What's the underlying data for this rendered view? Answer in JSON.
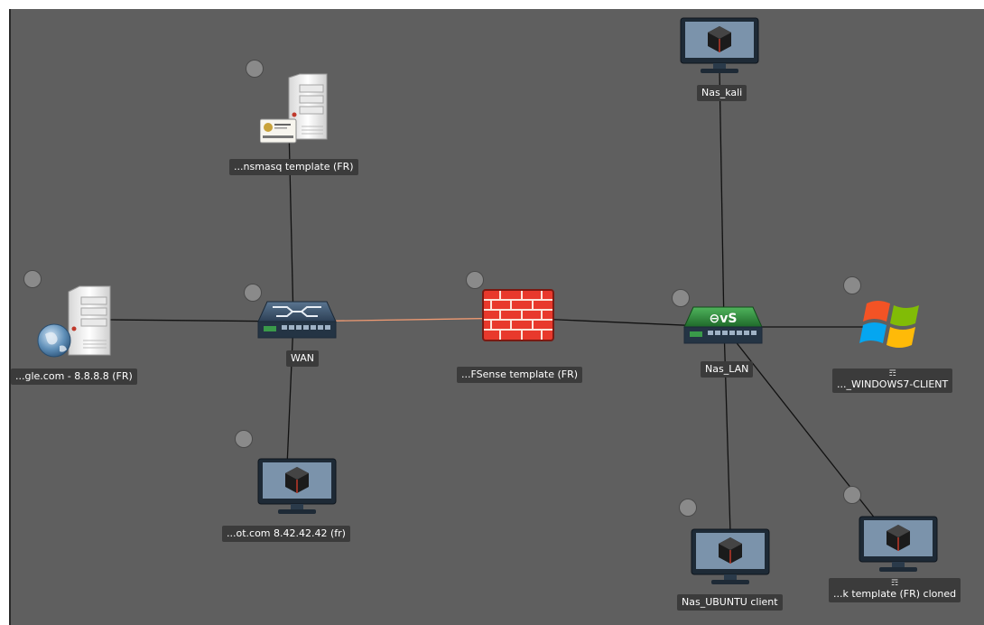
{
  "topology": {
    "nodes": {
      "dnsmasq": {
        "label": "...nsmasq template (FR)",
        "icon": "server-with-id-card-icon"
      },
      "google": {
        "label": "...gle.com - 8.8.8.8 (FR)",
        "icon": "web-server-icon"
      },
      "wan": {
        "label": "WAN",
        "icon": "ethernet-switch-icon"
      },
      "otcom": {
        "label": "...ot.com 8.42.42.42  (fr)",
        "icon": "vm-monitor-icon"
      },
      "pfsense": {
        "label": "...FSense template (FR)",
        "icon": "firewall-icon"
      },
      "kali": {
        "label": "Nas_kali",
        "icon": "vm-monitor-icon"
      },
      "nas_lan": {
        "label": "Nas_LAN",
        "icon": "open-vswitch-icon",
        "badge": "⊖vS"
      },
      "win7": {
        "label": "..._WINDOWS7-CLIENT",
        "mark": "☶",
        "icon": "windows-logo-icon"
      },
      "ubuntu": {
        "label": "Nas_UBUNTU client",
        "icon": "vm-monitor-icon"
      },
      "cloned": {
        "label": "...k template (FR) cloned",
        "mark": "☶",
        "icon": "vm-monitor-icon"
      }
    },
    "links": [
      {
        "from": "dnsmasq",
        "to": "wan",
        "color": "#111111"
      },
      {
        "from": "google",
        "to": "wan",
        "color": "#111111"
      },
      {
        "from": "wan",
        "to": "otcom",
        "color": "#111111"
      },
      {
        "from": "wan",
        "to": "pfsense",
        "color": "#f09a72"
      },
      {
        "from": "pfsense",
        "to": "nas_lan",
        "color": "#111111"
      },
      {
        "from": "kali",
        "to": "nas_lan",
        "color": "#111111"
      },
      {
        "from": "nas_lan",
        "to": "win7",
        "color": "#111111"
      },
      {
        "from": "nas_lan",
        "to": "ubuntu",
        "color": "#111111"
      },
      {
        "from": "nas_lan",
        "to": "cloned",
        "color": "#111111"
      }
    ],
    "colors": {
      "canvas": "#5f5f5f",
      "label_bg": "#3b3b3b",
      "status_idle": "#8a8a8a",
      "firewall": "#e8392c",
      "ovs_green": "#2e8b3a"
    }
  }
}
